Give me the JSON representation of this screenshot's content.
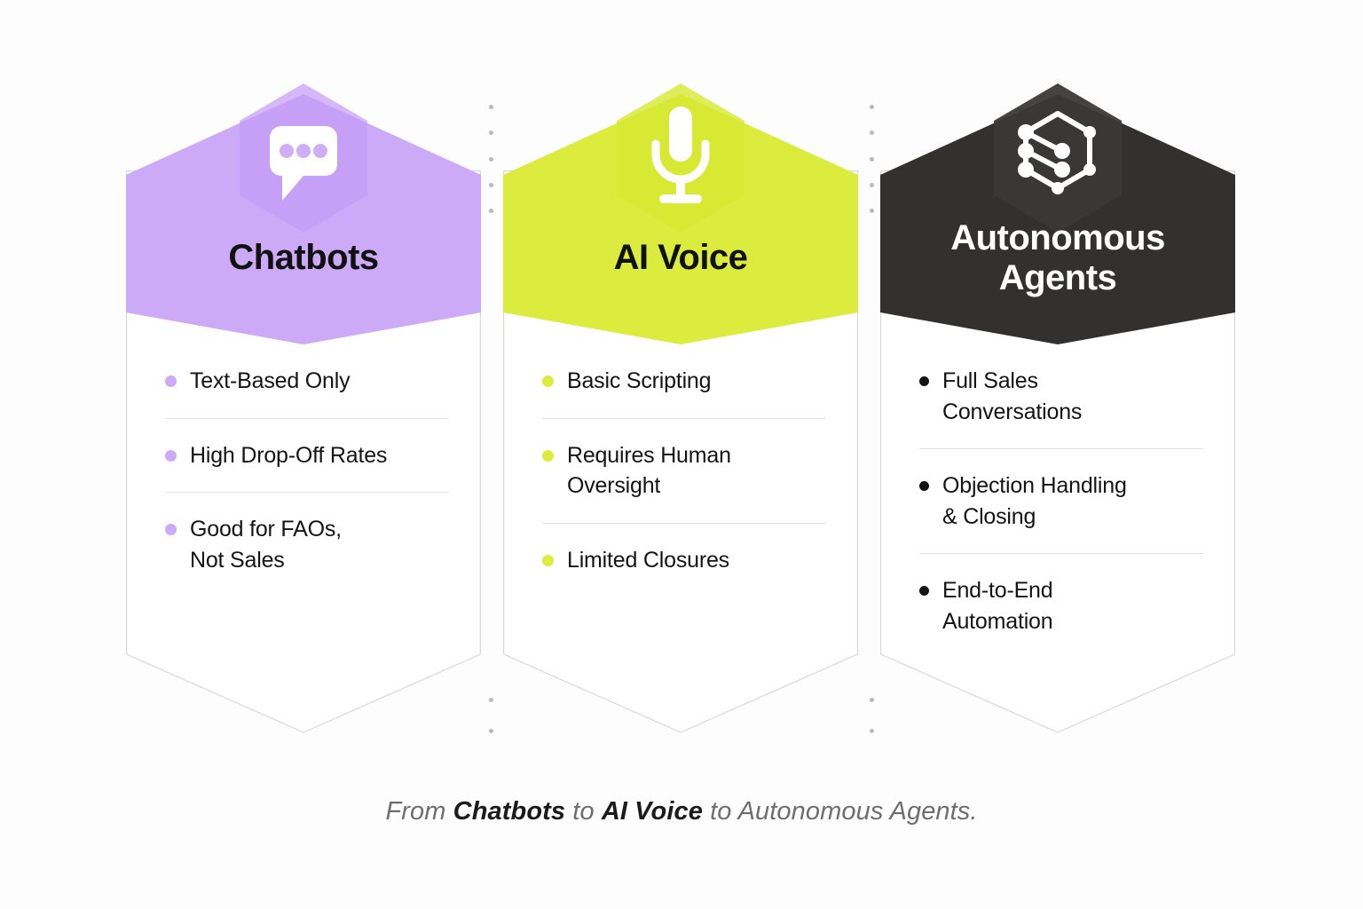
{
  "theme": {
    "background": "#fdfdfd",
    "divider_color": "#e2e2e4",
    "dot_color": "#b9b9bf",
    "caption_color": "#6e6e72"
  },
  "columns": [
    {
      "id": "chatbots",
      "title": "Chatbots",
      "icon": "chat-bubble-icon",
      "accent_color": "#cdaaf7",
      "title_color": "#111111",
      "features": [
        "Text-Based Only",
        "High Drop-Off Rates",
        "Good for FAOs,\nNot Sales"
      ]
    },
    {
      "id": "ai-voice",
      "title": "AI Voice",
      "icon": "microphone-icon",
      "accent_color": "#dcec3f",
      "title_color": "#111111",
      "features": [
        "Basic Scripting",
        "Requires Human\nOversight",
        "Limited Closures"
      ]
    },
    {
      "id": "autonomous-agents",
      "title": "Autonomous\nAgents",
      "icon": "hexagon-network-icon",
      "accent_color": "#333130",
      "title_color": "#ffffff",
      "features": [
        "Full Sales\nConversations",
        "Objection Handling\n& Closing",
        "End-to-End\nAutomation"
      ]
    }
  ],
  "caption": {
    "full_text": "From Chatbots to AI Voice to Autonomous Agents.",
    "part_1": "From ",
    "emphasis_1": "Chatbots",
    "part_2": " to ",
    "emphasis_2": "AI Voice",
    "part_3": " to Autonomous Agents."
  }
}
